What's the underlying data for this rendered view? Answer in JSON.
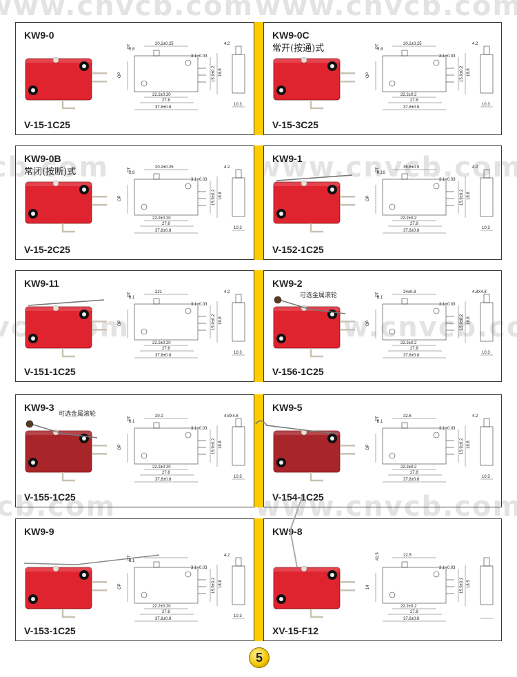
{
  "watermark": "www.cnvcb.com",
  "page_number": "5",
  "colors": {
    "accent": "#ffcc00",
    "switch_red": "#e0242f",
    "switch_brown": "#a8262a"
  },
  "rows": [
    {
      "left": {
        "model": "KW9-0",
        "note": "",
        "part": "V-15-1C25",
        "dims": {
          "width": "37.8±0.8",
          "span": "20.2±0.25",
          "hole": "22.2±0.20",
          "inner": "27.8",
          "height": "15.9±0.2",
          "total": "18.8",
          "term": "3.1+0.03",
          "body_w": "10.3",
          "pt": "PT",
          "op": "OP",
          "dia": "2.8",
          "term_w": "4.2"
        }
      },
      "right": {
        "model": "KW9-0C",
        "note": "常开(按通)式",
        "part": "V-15-3C25",
        "dims": {
          "width": "37.8±0.8",
          "span": "20.2±0.25",
          "hole": "22.2±0.2",
          "inner": "27.8",
          "height": "15.9±0.2",
          "total": "18.8",
          "term": "3.1+0.03",
          "body_w": "10.3",
          "pt": "PT",
          "op": "OP",
          "dia": "2.8",
          "term_w": "4.2"
        }
      }
    },
    {
      "left": {
        "model": "KW9-0B",
        "note": "常闭(按断)式",
        "part": "V-15-2C25",
        "dims": {
          "width": "37.8±0.8",
          "span": "20.2±0.25",
          "hole": "22.2±0.20",
          "inner": "27.8",
          "height": "15.9±0.2",
          "total": "18.8",
          "term": "3.1+0.03",
          "body_w": "10.3",
          "pt": "PT",
          "op": "OP",
          "dia": "2.8",
          "term_w": "4.2"
        }
      },
      "right": {
        "model": "KW9-1",
        "note": "",
        "part": "V-152-1C25",
        "dims": {
          "width": "37.8±0.8",
          "span": "35.6±0.5",
          "hole": "22.2±0.2",
          "inner": "27.8",
          "height": "15.9±0.2",
          "total": "18.8",
          "term": "3.1+0.03",
          "body_w": "10.3",
          "pt": "PT",
          "op": "OP",
          "dia": "8.16",
          "term_w": "4.2"
        }
      }
    },
    {
      "left": {
        "model": "KW9-11",
        "note": "",
        "part": "V-151-1C25",
        "dims": {
          "width": "37.8±0.8",
          "span": "221",
          "hole": "22.2±0.20",
          "inner": "27.8",
          "height": "15.9±0.2",
          "total": "18.8",
          "term": "3.1+0.03",
          "body_w": "10.3",
          "pt": "PT",
          "op": "OP",
          "dia": "8.1",
          "term_w": "4.2"
        }
      },
      "right": {
        "model": "KW9-2",
        "note": "",
        "part": "V-156-1C25",
        "callout": "可选金属滚轮",
        "dims": {
          "width": "37.8±0.8",
          "span": "34±0.8",
          "hole": "22.2±0.2",
          "inner": "27.8",
          "height": "15.9±0.2",
          "total": "18.8",
          "term": "3.1+0.03",
          "body_w": "10.3",
          "pt": "PT",
          "op": "OP",
          "dia": "8.1",
          "term_w": "4.8X4.8"
        }
      }
    },
    {
      "left": {
        "model": "KW9-3",
        "note": "",
        "part": "V-155-1C25",
        "callout": "可选金属滚轮",
        "dims": {
          "width": "37.8±0.8",
          "span": "20.1",
          "hole": "22.2±0.20",
          "inner": "27.8",
          "height": "15.9±0.2",
          "total": "18.8",
          "term": "3.1+0.03",
          "body_w": "10.3",
          "pt": "PT",
          "op": "OP",
          "dia": "6.1",
          "term_w": "4.8X4.8"
        }
      },
      "right": {
        "model": "KW9-5",
        "note": "",
        "part": "V-154-1C25",
        "dims": {
          "width": "37.8±0.8",
          "span": "32.6",
          "hole": "22.2±0.2",
          "inner": "27.8",
          "height": "15.9±0.2",
          "total": "18.8",
          "term": "3.1+0.03",
          "body_w": "10.3",
          "pt": "PT",
          "op": "OP",
          "dia": "8.1",
          "term_w": "4.2"
        }
      }
    },
    {
      "left": {
        "model": "KW9-9",
        "note": "",
        "part": "V-153-1C25",
        "dims": {
          "width": "37.8±0.8",
          "span": "",
          "hole": "22.2±0.20",
          "inner": "27.8",
          "height": "15.9±0.2",
          "total": "18.8",
          "term": "3.1+0.03",
          "body_w": "10.3",
          "pt": "PT",
          "op": "OP",
          "dia": "8.1",
          "term_w": "4.2"
        }
      },
      "right": {
        "model": "KW9-8",
        "note": "",
        "part": "XV-15-F12",
        "dims": {
          "width": "37.8±0.8",
          "span": "22.5",
          "hole": "22.2±0.2",
          "inner": "27.8",
          "height": "15.9±0.2",
          "total": "18.5",
          "term": "3.1+0.03",
          "body_w": "",
          "pt": "41.5",
          "op": "14",
          "dia": "",
          "term_w": ""
        }
      }
    }
  ]
}
